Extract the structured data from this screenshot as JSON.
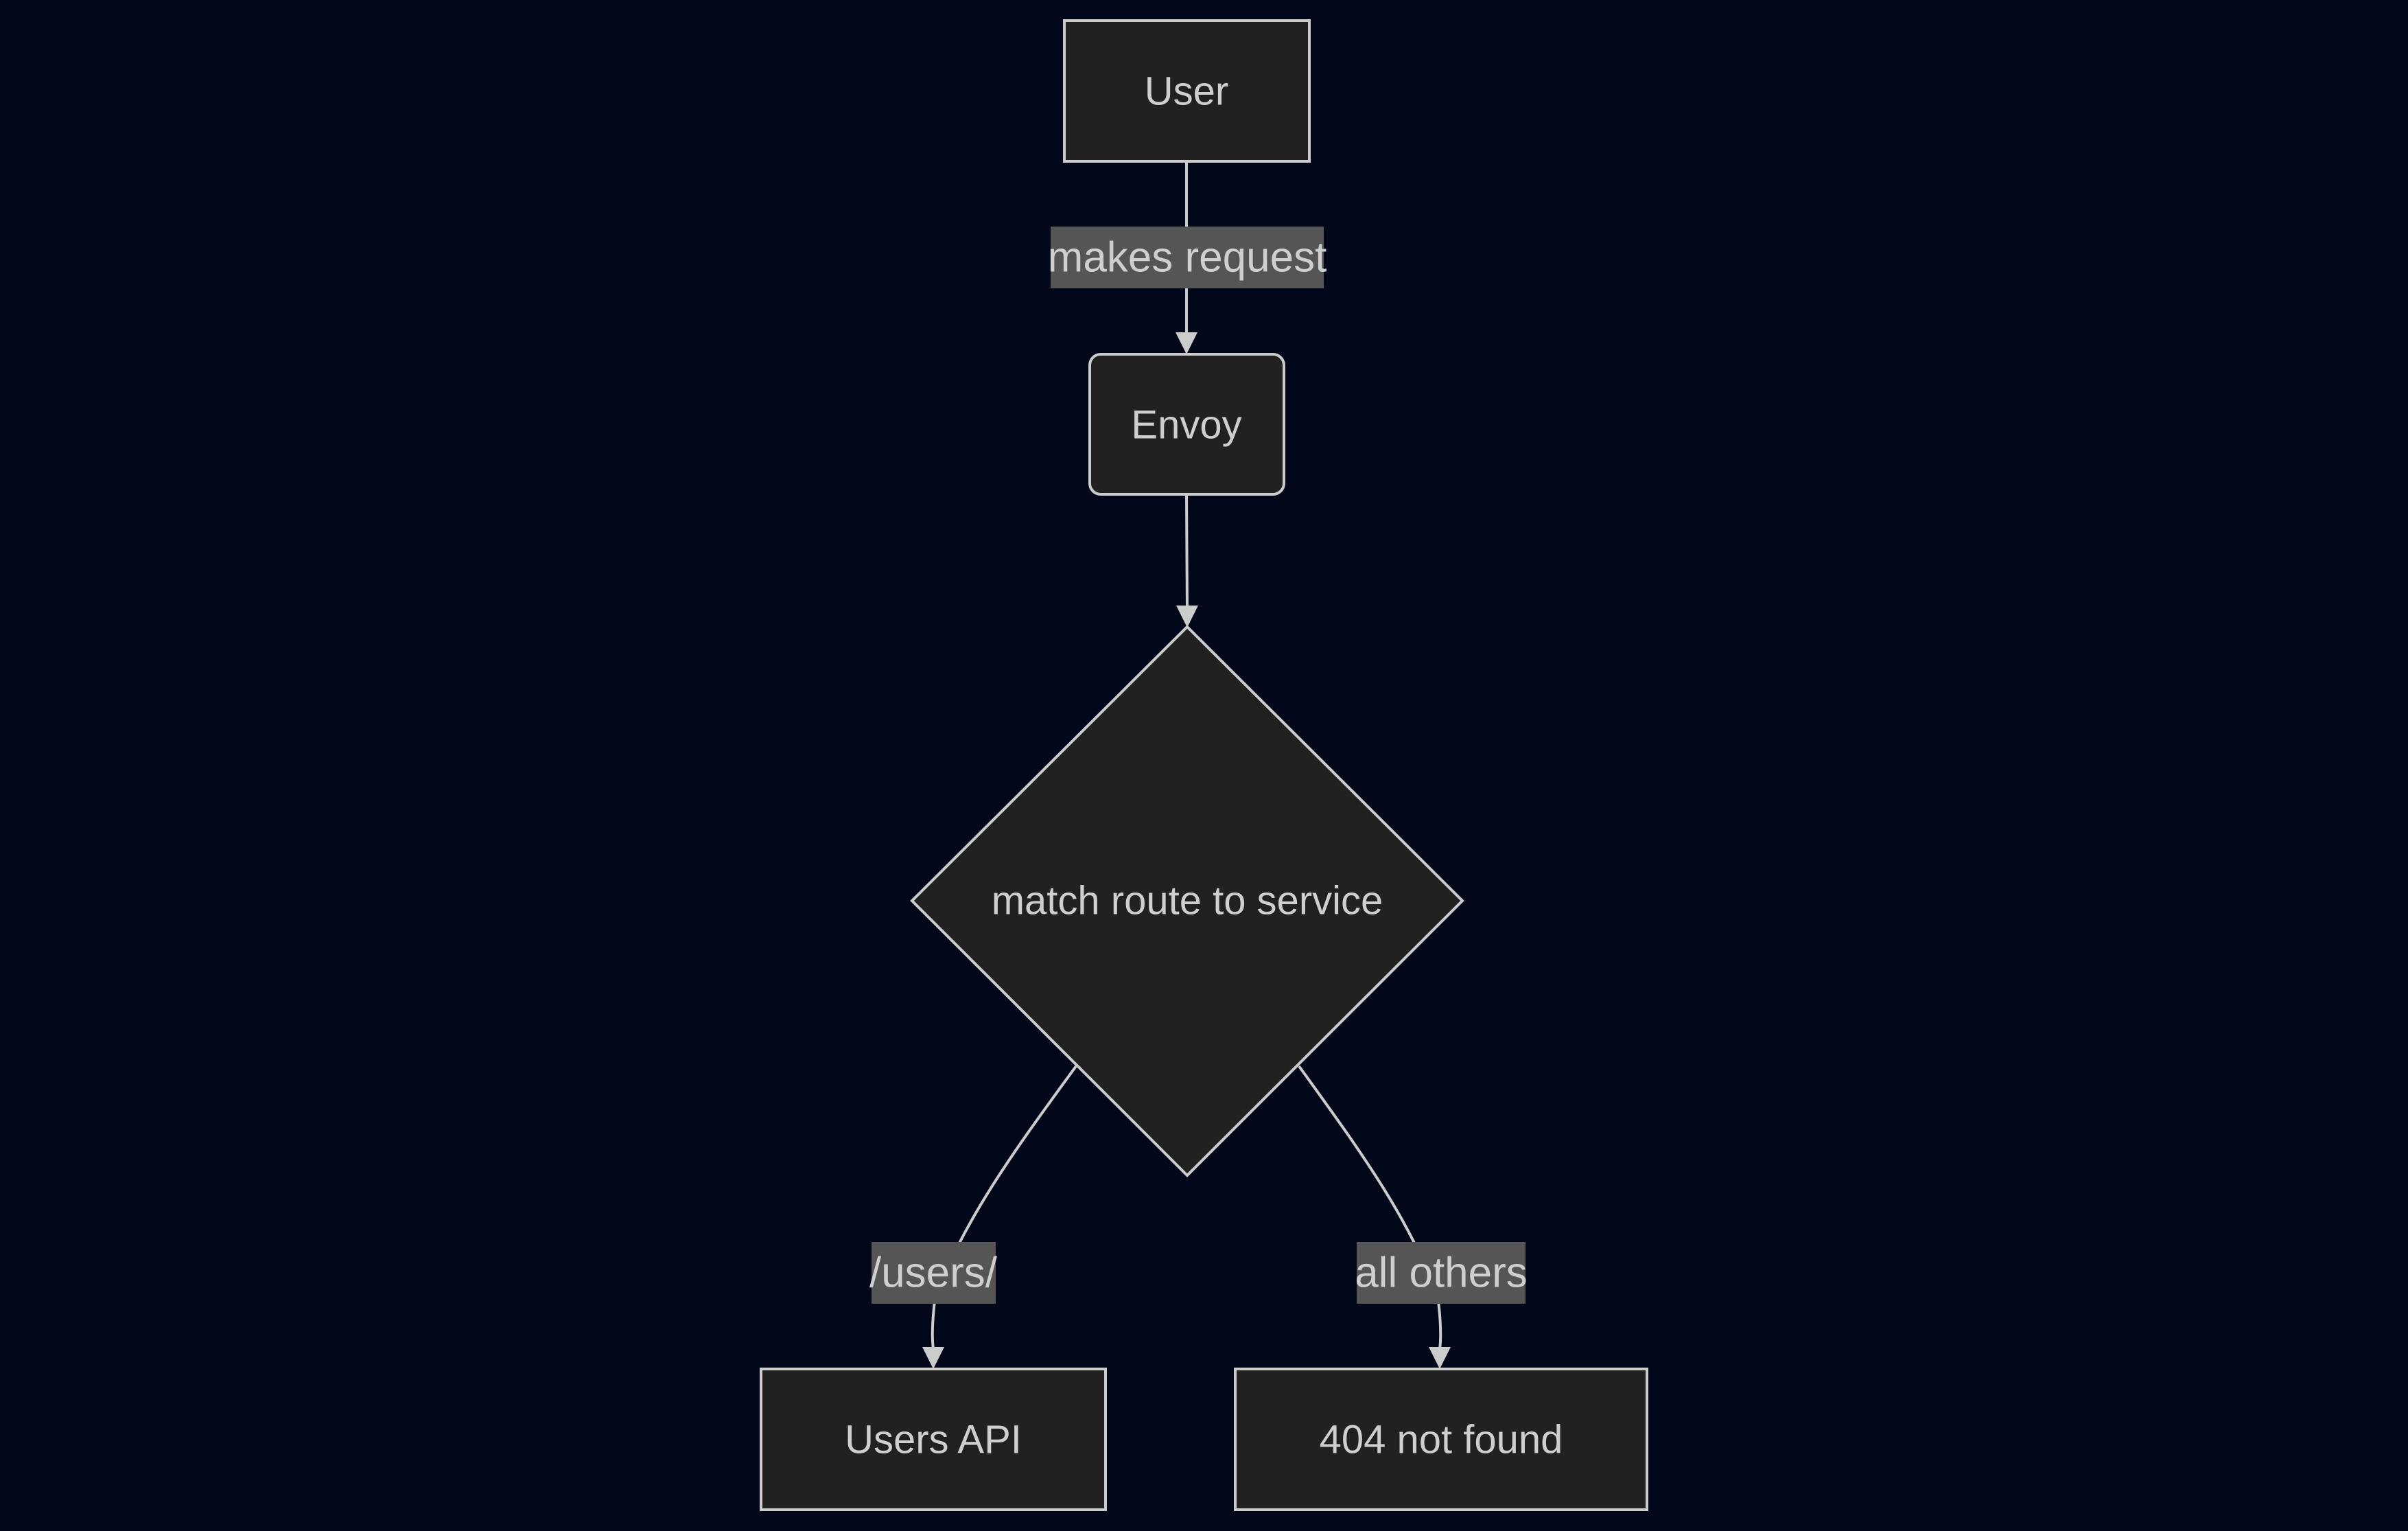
{
  "diagram": {
    "colors": {
      "background": "#03071a",
      "node_fill": "#202120",
      "stroke": "#cccccc",
      "text": "#cfcfcf",
      "edge_label_bg": "#555555"
    },
    "nodes": {
      "user": "User",
      "envoy": "Envoy",
      "decision": "match route to service",
      "users_api": "Users API",
      "not_found": "404 not found"
    },
    "edges": {
      "user_to_envoy": "makes request",
      "to_users_api": "/users/",
      "to_not_found": "all others"
    }
  }
}
